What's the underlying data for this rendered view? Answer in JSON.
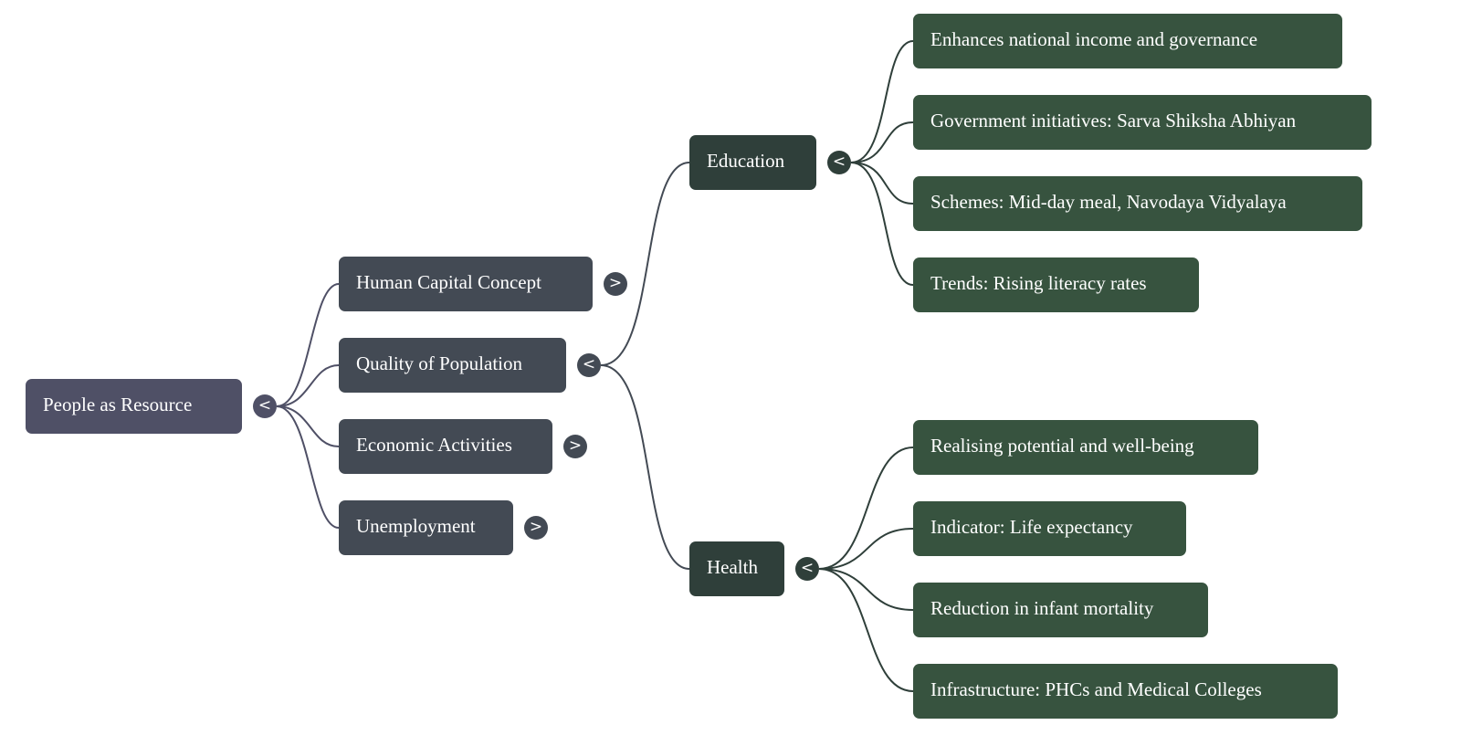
{
  "mindmap": {
    "root": {
      "label": "People as Resource",
      "toggle": "<",
      "children": [
        {
          "label": "Human Capital Concept",
          "toggle": ">"
        },
        {
          "label": "Quality of Population",
          "toggle": "<",
          "children": [
            {
              "label": "Education",
              "toggle": "<",
              "children": [
                {
                  "label": "Enhances national income and governance"
                },
                {
                  "label": "Government initiatives: Sarva Shiksha Abhiyan"
                },
                {
                  "label": "Schemes: Mid-day meal, Navodaya Vidyalaya"
                },
                {
                  "label": "Trends: Rising literacy rates"
                }
              ]
            },
            {
              "label": "Health",
              "toggle": "<",
              "children": [
                {
                  "label": "Realising potential and well-being"
                },
                {
                  "label": "Indicator: Life expectancy"
                },
                {
                  "label": "Reduction in infant mortality"
                },
                {
                  "label": "Infrastructure: PHCs and Medical Colleges"
                }
              ]
            }
          ]
        },
        {
          "label": "Economic Activities",
          "toggle": ">"
        },
        {
          "label": "Unemployment",
          "toggle": ">"
        }
      ]
    },
    "colors": {
      "root": "#4f5066",
      "level1": "#434a54",
      "level2": "#2f3f3a",
      "level3": "#37533f",
      "link_root": "#4f5066",
      "link_level1": "#434a54",
      "link_level2": "#2f3f3a"
    }
  }
}
